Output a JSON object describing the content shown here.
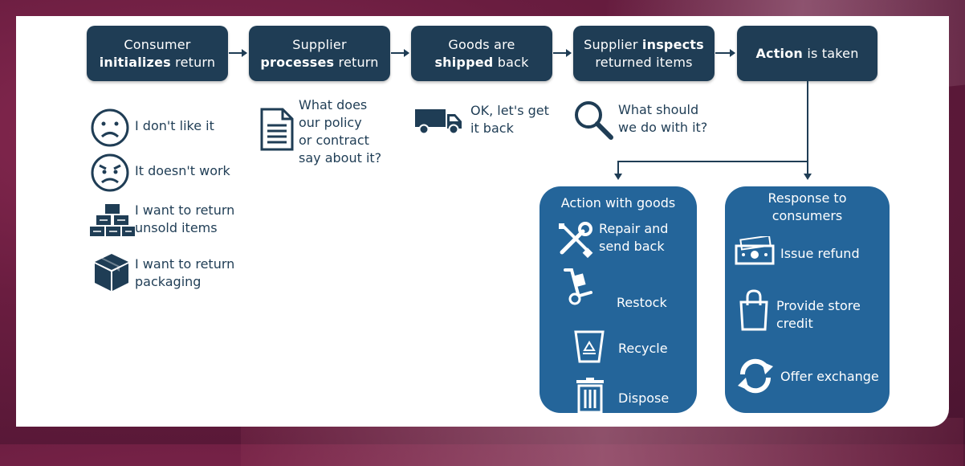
{
  "steps": [
    {
      "line1": "Consumer",
      "line2_bold": "initializes",
      "line2_rest": " return"
    },
    {
      "line1": "Supplier",
      "line2_bold": "processes",
      "line2_rest": " return"
    },
    {
      "line1": "Goods are",
      "line2_bold": "shipped",
      "line2_rest": " back"
    },
    {
      "line1_plain": "Supplier ",
      "line1_bold": "inspects",
      "line2": "returned items"
    },
    {
      "bold": "Action",
      "rest": " is taken"
    }
  ],
  "reasons": [
    {
      "icon": "sad-face-icon",
      "label": "I don't like it"
    },
    {
      "icon": "angry-face-icon",
      "label": "It doesn't work"
    },
    {
      "icon": "stacked-boxes-icon",
      "line1": "I want to return",
      "line2": "unsold items"
    },
    {
      "icon": "box-icon",
      "line1": "I want to return",
      "line2": "packaging"
    }
  ],
  "policy": {
    "icon": "document-icon",
    "lines": [
      "What does",
      "our policy",
      "or contract",
      "say about it?"
    ]
  },
  "shipping": {
    "icon": "truck-icon",
    "lines": [
      "OK, let's get",
      "it back"
    ]
  },
  "inspection": {
    "icon": "magnifier-icon",
    "lines": [
      "What should",
      "we do with it?"
    ]
  },
  "goods_panel": {
    "title": "Action with goods",
    "items": [
      {
        "icon": "wrench-screwdriver-icon",
        "line1": "Repair and",
        "line2": "send back"
      },
      {
        "icon": "hand-truck-icon",
        "label": "Restock"
      },
      {
        "icon": "recycle-bin-icon",
        "label": "Recycle"
      },
      {
        "icon": "trash-can-icon",
        "label": "Dispose"
      }
    ]
  },
  "consumer_panel": {
    "title_line1": "Response to",
    "title_line2": "consumers",
    "items": [
      {
        "icon": "cash-icon",
        "label": "Issue refund"
      },
      {
        "icon": "shopping-bag-icon",
        "line1": "Provide store",
        "line2": "credit"
      },
      {
        "icon": "exchange-icon",
        "label": "Offer exchange"
      }
    ]
  },
  "colors": {
    "dark": "#1f3d55",
    "panel": "#24659a",
    "background": "#6a1d40"
  }
}
